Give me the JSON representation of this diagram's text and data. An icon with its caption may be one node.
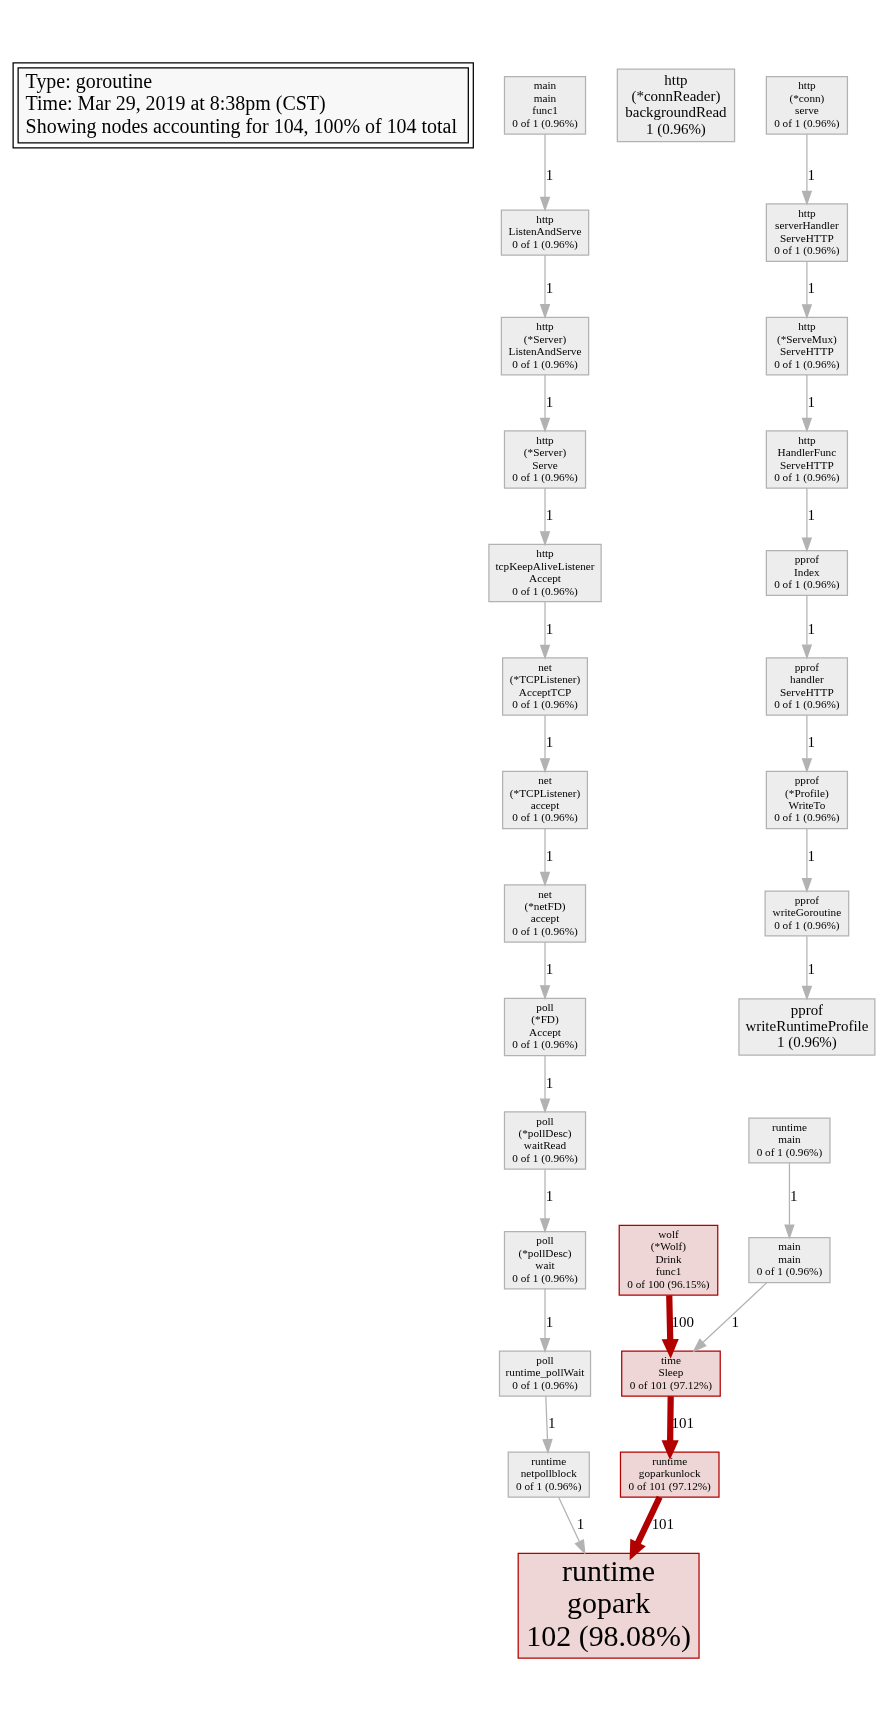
{
  "diagram": {
    "nodes": [
      {
        "text": [
          "Type: goroutine",
          "Time: Mar 29, 2019 at 8:38pm (CST)",
          "Showing nodes accounting for 104, 100% of 104 total"
        ]
      },
      {
        "text": [
          "main",
          "main",
          "func1",
          "0 of 1 (0.96%)"
        ]
      },
      {
        "text": [
          "http",
          "(*connReader)",
          "backgroundRead",
          "1 (0.96%)"
        ]
      },
      {
        "text": [
          "http",
          "(*conn)",
          "serve",
          "0 of 1 (0.96%)"
        ]
      },
      {
        "text": [
          "http",
          "ListenAndServe",
          "0 of 1 (0.96%)"
        ]
      },
      {
        "text": [
          "http",
          "serverHandler",
          "ServeHTTP",
          "0 of 1 (0.96%)"
        ]
      },
      {
        "text": [
          "http",
          "(*Server)",
          "ListenAndServe",
          "0 of 1 (0.96%)"
        ]
      },
      {
        "text": [
          "http",
          "(*ServeMux)",
          "ServeHTTP",
          "0 of 1 (0.96%)"
        ]
      },
      {
        "text": [
          "http",
          "(*Server)",
          "Serve",
          "0 of 1 (0.96%)"
        ]
      },
      {
        "text": [
          "http",
          "HandlerFunc",
          "ServeHTTP",
          "0 of 1 (0.96%)"
        ]
      },
      {
        "text": [
          "http",
          "tcpKeepAliveListener",
          "Accept",
          "0 of 1 (0.96%)"
        ]
      },
      {
        "text": [
          "pprof",
          "Index",
          "0 of 1 (0.96%)"
        ]
      },
      {
        "text": [
          "net",
          "(*TCPListener)",
          "AcceptTCP",
          "0 of 1 (0.96%)"
        ]
      },
      {
        "text": [
          "pprof",
          "handler",
          "ServeHTTP",
          "0 of 1 (0.96%)"
        ]
      },
      {
        "text": [
          "net",
          "(*TCPListener)",
          "accept",
          "0 of 1 (0.96%)"
        ]
      },
      {
        "text": [
          "pprof",
          "(*Profile)",
          "WriteTo",
          "0 of 1 (0.96%)"
        ]
      },
      {
        "text": [
          "net",
          "(*netFD)",
          "accept",
          "0 of 1 (0.96%)"
        ]
      },
      {
        "text": [
          "pprof",
          "writeGoroutine",
          "0 of 1 (0.96%)"
        ]
      },
      {
        "text": [
          "poll",
          "(*FD)",
          "Accept",
          "0 of 1 (0.96%)"
        ]
      },
      {
        "text": [
          "pprof",
          "writeRuntimeProfile",
          "1 (0.96%)"
        ]
      },
      {
        "text": [
          "runtime",
          "main",
          "0 of 1 (0.96%)"
        ]
      },
      {
        "text": [
          "poll",
          "(*pollDesc)",
          "waitRead",
          "0 of 1 (0.96%)"
        ]
      },
      {
        "text": [
          "wolf",
          "(*Wolf)",
          "Drink",
          "func1",
          "0 of 100 (96.15%)"
        ]
      },
      {
        "text": [
          "main",
          "main",
          "0 of 1 (0.96%)"
        ]
      },
      {
        "text": [
          "poll",
          "(*pollDesc)",
          "wait",
          "0 of 1 (0.96%)"
        ]
      },
      {
        "text": [
          "time",
          "Sleep",
          "0 of 101 (97.12%)"
        ]
      },
      {
        "text": [
          "poll",
          "runtime_pollWait",
          "0 of 1 (0.96%)"
        ]
      },
      {
        "text": [
          "runtime",
          "goparkunlock",
          "0 of 101 (97.12%)"
        ]
      },
      {
        "text": [
          "runtime",
          "netpollblock",
          "0 of 1 (0.96%)"
        ]
      },
      {
        "text": [
          "runtime",
          "gopark",
          "102 (98.08%)"
        ]
      }
    ],
    "edges": [
      {
        "from": 1,
        "to": 4,
        "arrow": "to",
        "label": "1"
      },
      {
        "from": 4,
        "to": 6,
        "arrow": "to",
        "label": "1"
      },
      {
        "from": 6,
        "to": 8,
        "arrow": "to",
        "label": "1"
      },
      {
        "from": 8,
        "to": 10,
        "arrow": "to",
        "label": "1"
      },
      {
        "from": 10,
        "to": 12,
        "arrow": "to",
        "label": "1"
      },
      {
        "from": 12,
        "to": 14,
        "arrow": "to",
        "label": "1"
      },
      {
        "from": 14,
        "to": 16,
        "arrow": "to",
        "label": "1"
      },
      {
        "from": 16,
        "to": 18,
        "arrow": "to",
        "label": "1"
      },
      {
        "from": 18,
        "to": 21,
        "arrow": "to",
        "label": "1"
      },
      {
        "from": 21,
        "to": 24,
        "arrow": "to",
        "label": "1"
      },
      {
        "from": 24,
        "to": 26,
        "arrow": "to",
        "label": "1"
      },
      {
        "from": 26,
        "to": 28,
        "arrow": "to",
        "label": "1"
      },
      {
        "from": 28,
        "to": 29,
        "arrow": "to",
        "label": "1"
      },
      {
        "from": 3,
        "to": 5,
        "arrow": "to",
        "label": "1"
      },
      {
        "from": 5,
        "to": 7,
        "arrow": "to",
        "label": "1"
      },
      {
        "from": 7,
        "to": 9,
        "arrow": "to",
        "label": "1"
      },
      {
        "from": 9,
        "to": 11,
        "arrow": "to",
        "label": "1"
      },
      {
        "from": 11,
        "to": 13,
        "arrow": "to",
        "label": "1"
      },
      {
        "from": 13,
        "to": 15,
        "arrow": "to",
        "label": "1"
      },
      {
        "from": 15,
        "to": 17,
        "arrow": "to",
        "label": "1"
      },
      {
        "from": 17,
        "to": 19,
        "arrow": "to",
        "label": "1"
      },
      {
        "from": 20,
        "to": 23,
        "arrow": "to",
        "label": "1"
      },
      {
        "from": 22,
        "to": 25,
        "arrow": "to",
        "label": "100",
        "style": "thick",
        "color": "#b20000"
      },
      {
        "from": 23,
        "to": 25,
        "arrow": "to",
        "label": "1"
      },
      {
        "from": 25,
        "to": 27,
        "arrow": "to",
        "label": "101",
        "style": "thick",
        "color": "#b20000"
      },
      {
        "from": 27,
        "to": 29,
        "arrow": "to",
        "label": "101",
        "style": "thick",
        "color": "#b20000"
      }
    ]
  }
}
